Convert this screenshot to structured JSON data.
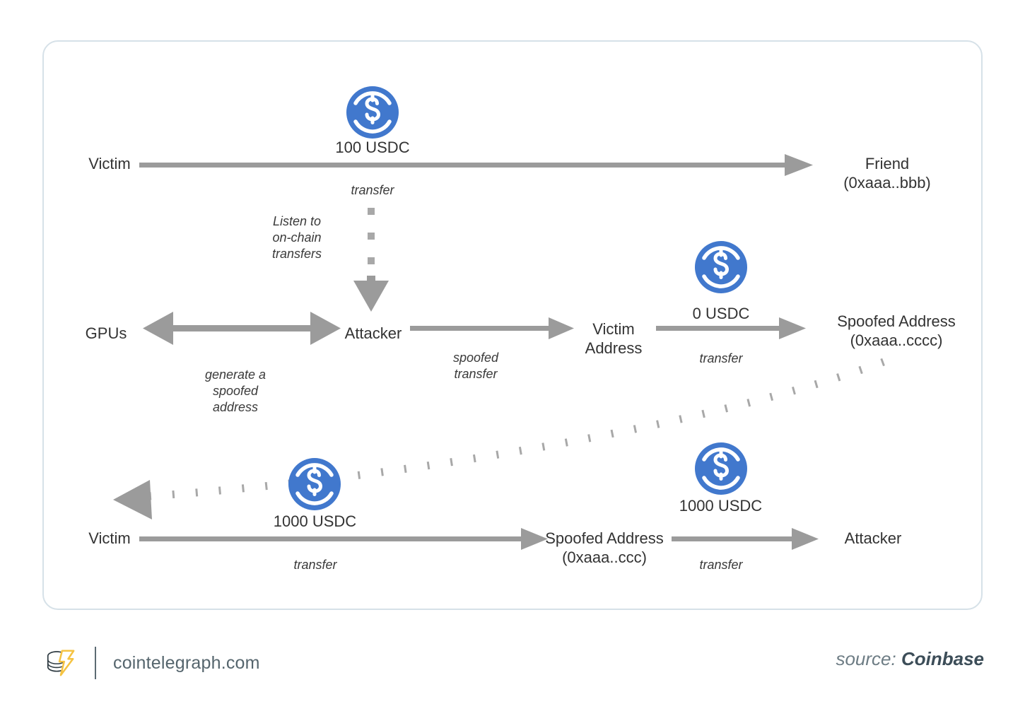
{
  "diagram": {
    "title": "Address poisoning attack flow",
    "colors": {
      "arrow_gray": "#9b9b9b",
      "usdc_blue": "#4178cd",
      "card_border": "#d6e1e8",
      "text_dark": "#333333",
      "footer_text": "#55656d",
      "logo_gold": "#f5c342"
    },
    "rows": [
      {
        "id": "row-legit-transfer",
        "nodes": [
          {
            "id": "victim-top",
            "lines": [
              "Victim"
            ]
          },
          {
            "id": "friend",
            "lines": [
              "Friend",
              "(0xaaa..bbb)"
            ]
          }
        ],
        "amount": "100 USDC",
        "edge_label": "transfer",
        "coin": "usdc-coin-icon"
      },
      {
        "id": "row-attack-setup",
        "nodes": [
          {
            "id": "gpus",
            "lines": [
              "GPUs"
            ]
          },
          {
            "id": "attacker-mid",
            "lines": [
              "Attacker"
            ]
          },
          {
            "id": "victim-address",
            "lines": [
              "Victim",
              "Address"
            ]
          },
          {
            "id": "spoofed-address-mid",
            "lines": [
              "Spoofed Address",
              "(0xaaa..cccc)"
            ]
          }
        ],
        "amount": "0 USDC",
        "edge_labels": [
          "generate a\nspoofed\naddress",
          "spoofed\ntransfer",
          "transfer"
        ],
        "coin": "usdc-coin-icon"
      },
      {
        "id": "row-victim-loss",
        "nodes": [
          {
            "id": "victim-bottom",
            "lines": [
              "Victim"
            ]
          },
          {
            "id": "spoofed-address-bottom",
            "lines": [
              "Spoofed Address",
              "(0xaaa..ccc)"
            ]
          },
          {
            "id": "attacker-bottom",
            "lines": [
              "Attacker"
            ]
          }
        ],
        "amounts": [
          "1000 USDC",
          "1000 USDC"
        ],
        "edge_labels": [
          "transfer",
          "transfer"
        ],
        "coin": "usdc-coin-icon"
      }
    ],
    "labels": {
      "victim_top": "Victim",
      "friend": "Friend",
      "friend_addr": "(0xaaa..bbb)",
      "amount_100": "100 USDC",
      "transfer_top": "transfer",
      "listen_line1": "Listen to",
      "listen_line2": "on-chain",
      "listen_line3": "transfers",
      "gpus": "GPUs",
      "generate_line1": "generate a",
      "generate_line2": "spoofed",
      "generate_line3": "address",
      "attacker_mid": "Attacker",
      "spoofed_transfer_line1": "spoofed",
      "spoofed_transfer_line2": "transfer",
      "victim_address_line1": "Victim",
      "victim_address_line2": "Address",
      "amount_0": "0 USDC",
      "transfer_mid": "transfer",
      "spoofed_addr_mid_line1": "Spoofed Address",
      "spoofed_addr_mid_line2": "(0xaaa..cccc)",
      "victim_bottom": "Victim",
      "amount_1000_left": "1000 USDC",
      "transfer_bottom_left": "transfer",
      "spoofed_addr_bottom_line1": "Spoofed Address",
      "spoofed_addr_bottom_line2": "(0xaaa..ccc)",
      "amount_1000_right": "1000 USDC",
      "transfer_bottom_right": "transfer",
      "attacker_bottom": "Attacker"
    }
  },
  "footer": {
    "site": "cointelegraph.com",
    "source_word": "source:",
    "source_name": "Coinbase",
    "logo_name": "cointelegraph-logo"
  }
}
